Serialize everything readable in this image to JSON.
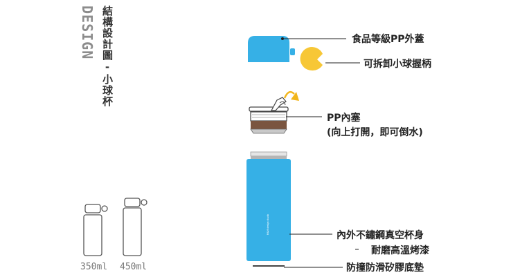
{
  "design_word": "DESIGN",
  "title": "結構設計圖-小球杯",
  "sizes": [
    "350ml",
    "450ml"
  ],
  "bottle_brand": "M&M design studio",
  "labels": {
    "lid": "食品等級PP外蓋",
    "handle": "可拆卸小球握柄",
    "plug_line1": "PP內塞",
    "plug_line2": "(向上打開，即可倒水)",
    "body": "內外不鏽鋼真空杯身",
    "paint": "耐磨高溫烤漆",
    "pad": "防撞防滑矽膠底墊"
  },
  "colors": {
    "bottle_blue": "#36b0e6",
    "handle_yellow": "#f7c736",
    "plug_band": "#7a5540",
    "line": "#222222"
  }
}
